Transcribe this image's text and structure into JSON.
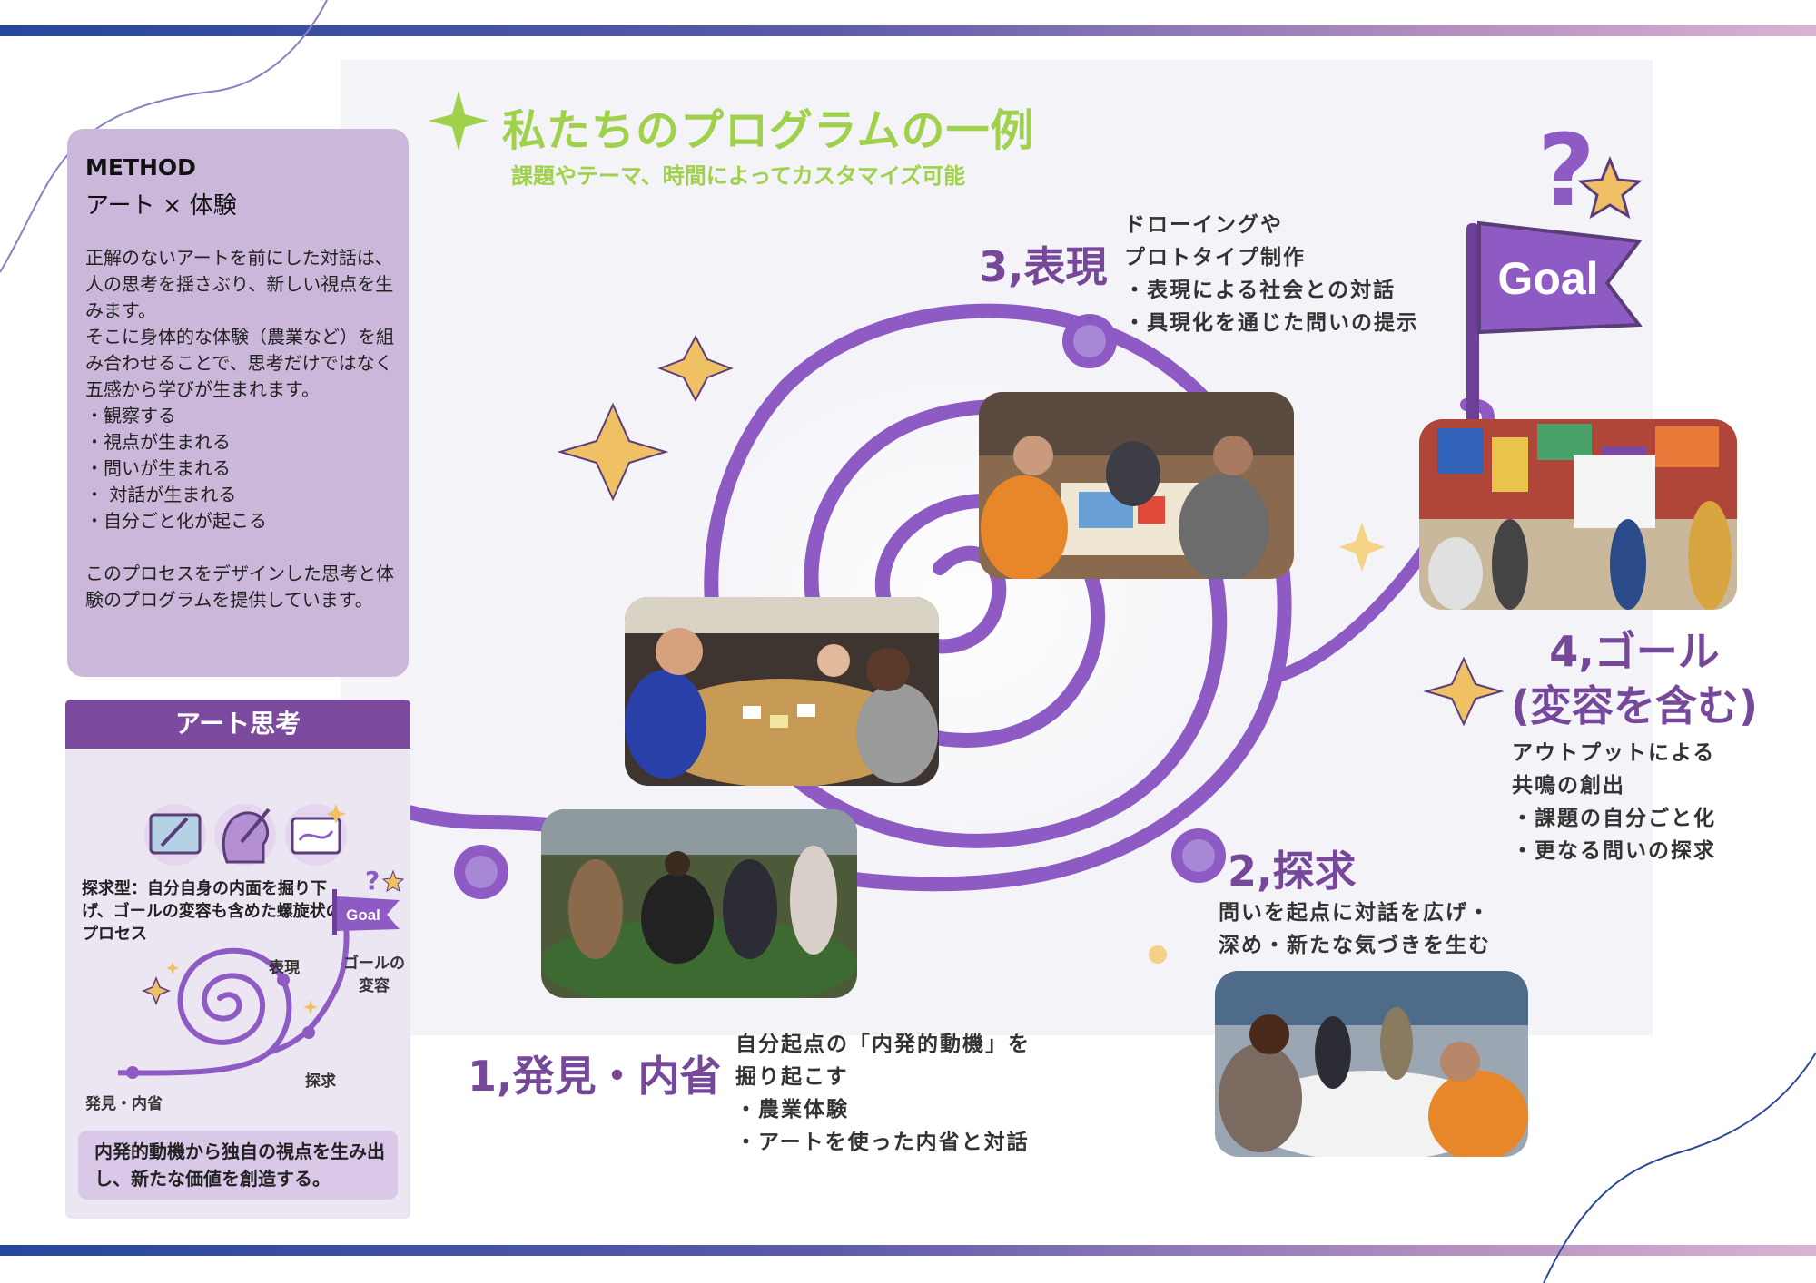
{
  "method": {
    "title": "METHOD",
    "subtitle": "アート × 体験",
    "body": "正解のないアートを前にした対話は、人の思考を揺さぶり、新しい視点を生みます。\nそこに身体的な体験（農業など）を組み合わせることで、思考だけではなく五感から学びが生まれます。\n・観察する\n ・視点が生まれる\n ・問いが生まれる\n ・ 対話が生まれる\n ・自分ごと化が起こる\n\nこのプロセスをデザインした思考と体験のプログラムを提供しています。"
  },
  "art_thinking": {
    "header": "アート思考",
    "description": "探求型：自分自身の内面を掘り下げ、ゴールの変容も含めた螺旋状のプロセス",
    "goal_flag": "Goal",
    "label_goal": "ゴールの\n変容",
    "label_express": "表現",
    "label_explore": "探求",
    "label_discover": "発見・内省",
    "summary": "内発的動機から独自の視点を生み出し、新たな価値を創造する。"
  },
  "program": {
    "title": "私たちのプログラムの一例",
    "subtitle": "課題やテーマ、時間によってカスタマイズ可能",
    "goal_flag": "Goal",
    "steps": [
      {
        "title": "1,発見・内省",
        "desc": "自分起点の「内発的動機」を\n掘り起こす\n・農業体験\n・アートを使った内省と対話"
      },
      {
        "title": "2,探求",
        "desc": "問いを起点に対話を広げ・\n深め・新たな気づきを生む"
      },
      {
        "title": "3,表現",
        "desc": "ドローイングや\nプロトタイプ制作\n・表現による社会との対話\n・具現化を通じた問いの提示"
      },
      {
        "title": "4,ゴール\n(変容を含む)",
        "desc": "アウトプットによる\n共鳴の創出\n・課題の自分ごと化\n・更なる問いの探求"
      }
    ]
  },
  "colors": {
    "purple": "#8e5bc4",
    "dark_purple": "#76489a",
    "lime": "#9fd24a",
    "card": "#cbb7d9",
    "gold": "#f0c064"
  }
}
